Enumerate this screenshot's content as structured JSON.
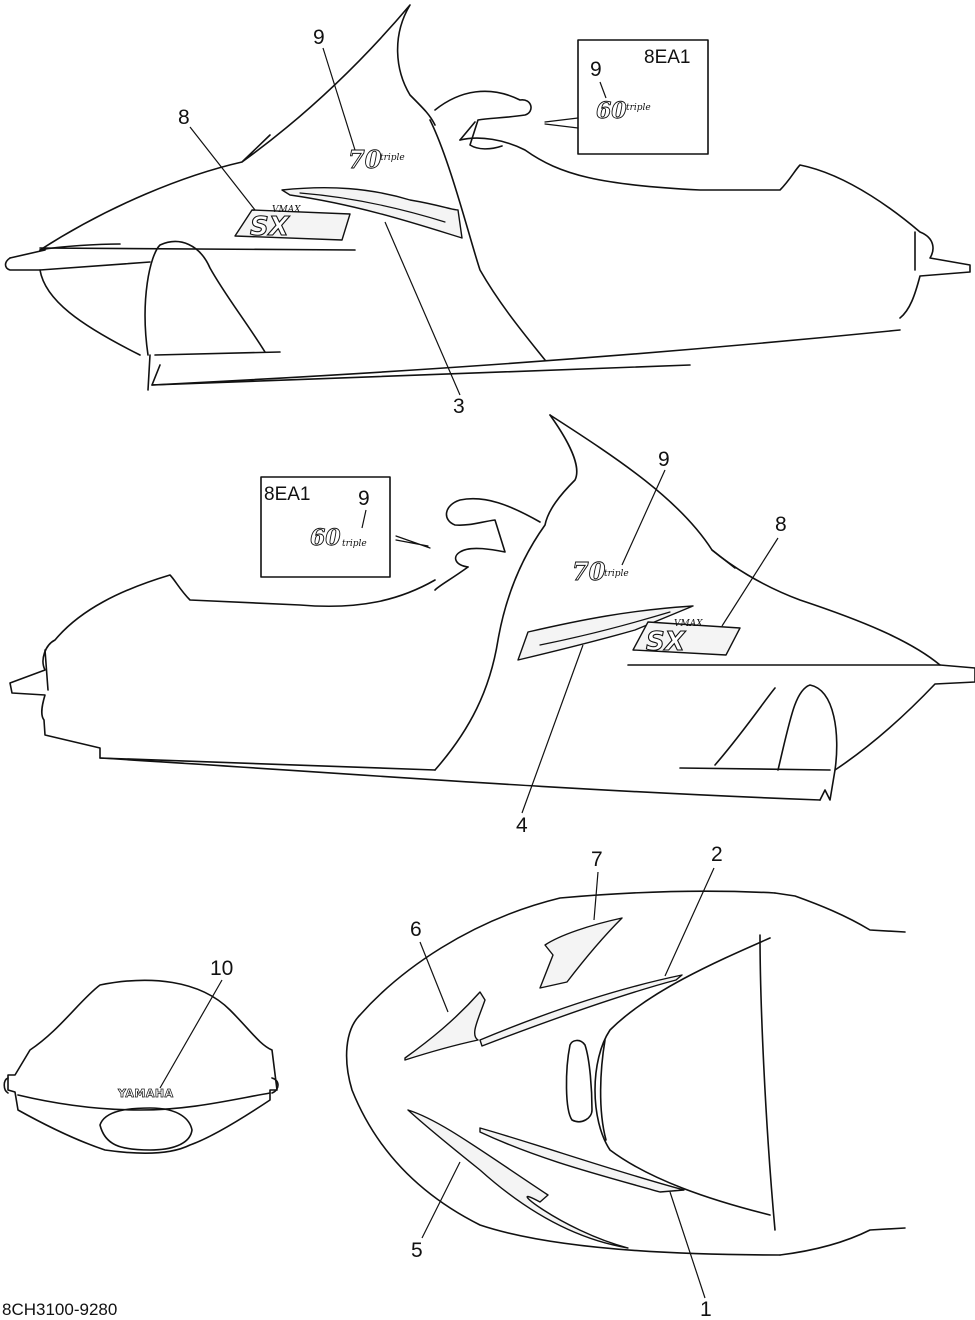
{
  "diagram": {
    "part_number": "8CH3100-9280",
    "variant_code": "8EA1",
    "callouts": {
      "c1": "1",
      "c2": "2",
      "c3": "3",
      "c4": "4",
      "c5": "5",
      "c6": "6",
      "c7": "7",
      "c8": "8",
      "c9": "9",
      "c10": "10"
    },
    "decal_text": {
      "model_700_big": "70",
      "model_600_big": "60",
      "triple_script": "triple",
      "vmax_small": "VMAX",
      "sx": "SX",
      "brand": "YAMAHA"
    },
    "colors": {
      "line": "#111111",
      "background": "#ffffff"
    }
  }
}
